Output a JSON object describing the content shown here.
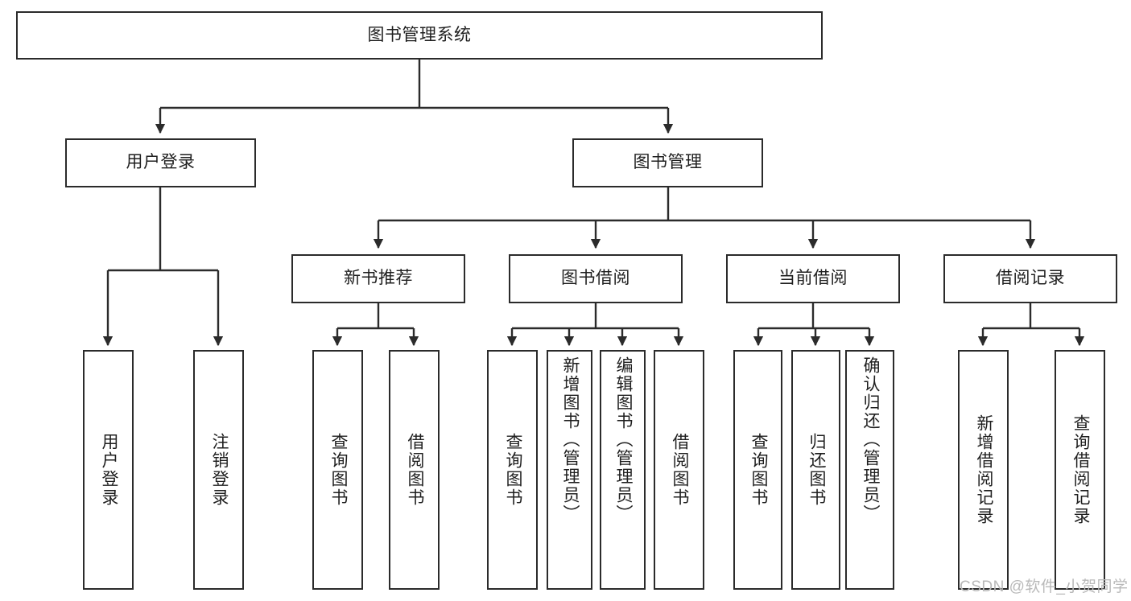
{
  "diagram": {
    "type": "tree",
    "title": "图书管理系统",
    "root": {
      "label": "图书管理系统"
    },
    "level2": [
      {
        "label": "用户登录"
      },
      {
        "label": "图书管理"
      }
    ],
    "level3": [
      {
        "label": "新书推荐"
      },
      {
        "label": "图书借阅"
      },
      {
        "label": "当前借阅"
      },
      {
        "label": "借阅记录"
      }
    ],
    "leaves": {
      "user_login": [
        {
          "label": "用户登录"
        },
        {
          "label": "注销登录"
        }
      ],
      "new_book_recommend": [
        {
          "label": "查询图书"
        },
        {
          "label": "借阅图书"
        }
      ],
      "book_borrow": [
        {
          "label": "查询图书"
        },
        {
          "label": "新增图书（管理员）"
        },
        {
          "label": "编辑图书（管理员）"
        },
        {
          "label": "借阅图书"
        }
      ],
      "current_borrow": [
        {
          "label": "查询图书"
        },
        {
          "label": "归还图书"
        },
        {
          "label": "确认归还（管理员）"
        }
      ],
      "borrow_record": [
        {
          "label": "新增借阅记录"
        },
        {
          "label": "查询借阅记录"
        }
      ]
    }
  },
  "watermark": {
    "text": "CSDN @软件_小贺同学"
  },
  "colors": {
    "stroke": "#2b2b2b",
    "text": "#1f1f1f",
    "background": "#ffffff",
    "watermark": "#b9b9b9"
  }
}
